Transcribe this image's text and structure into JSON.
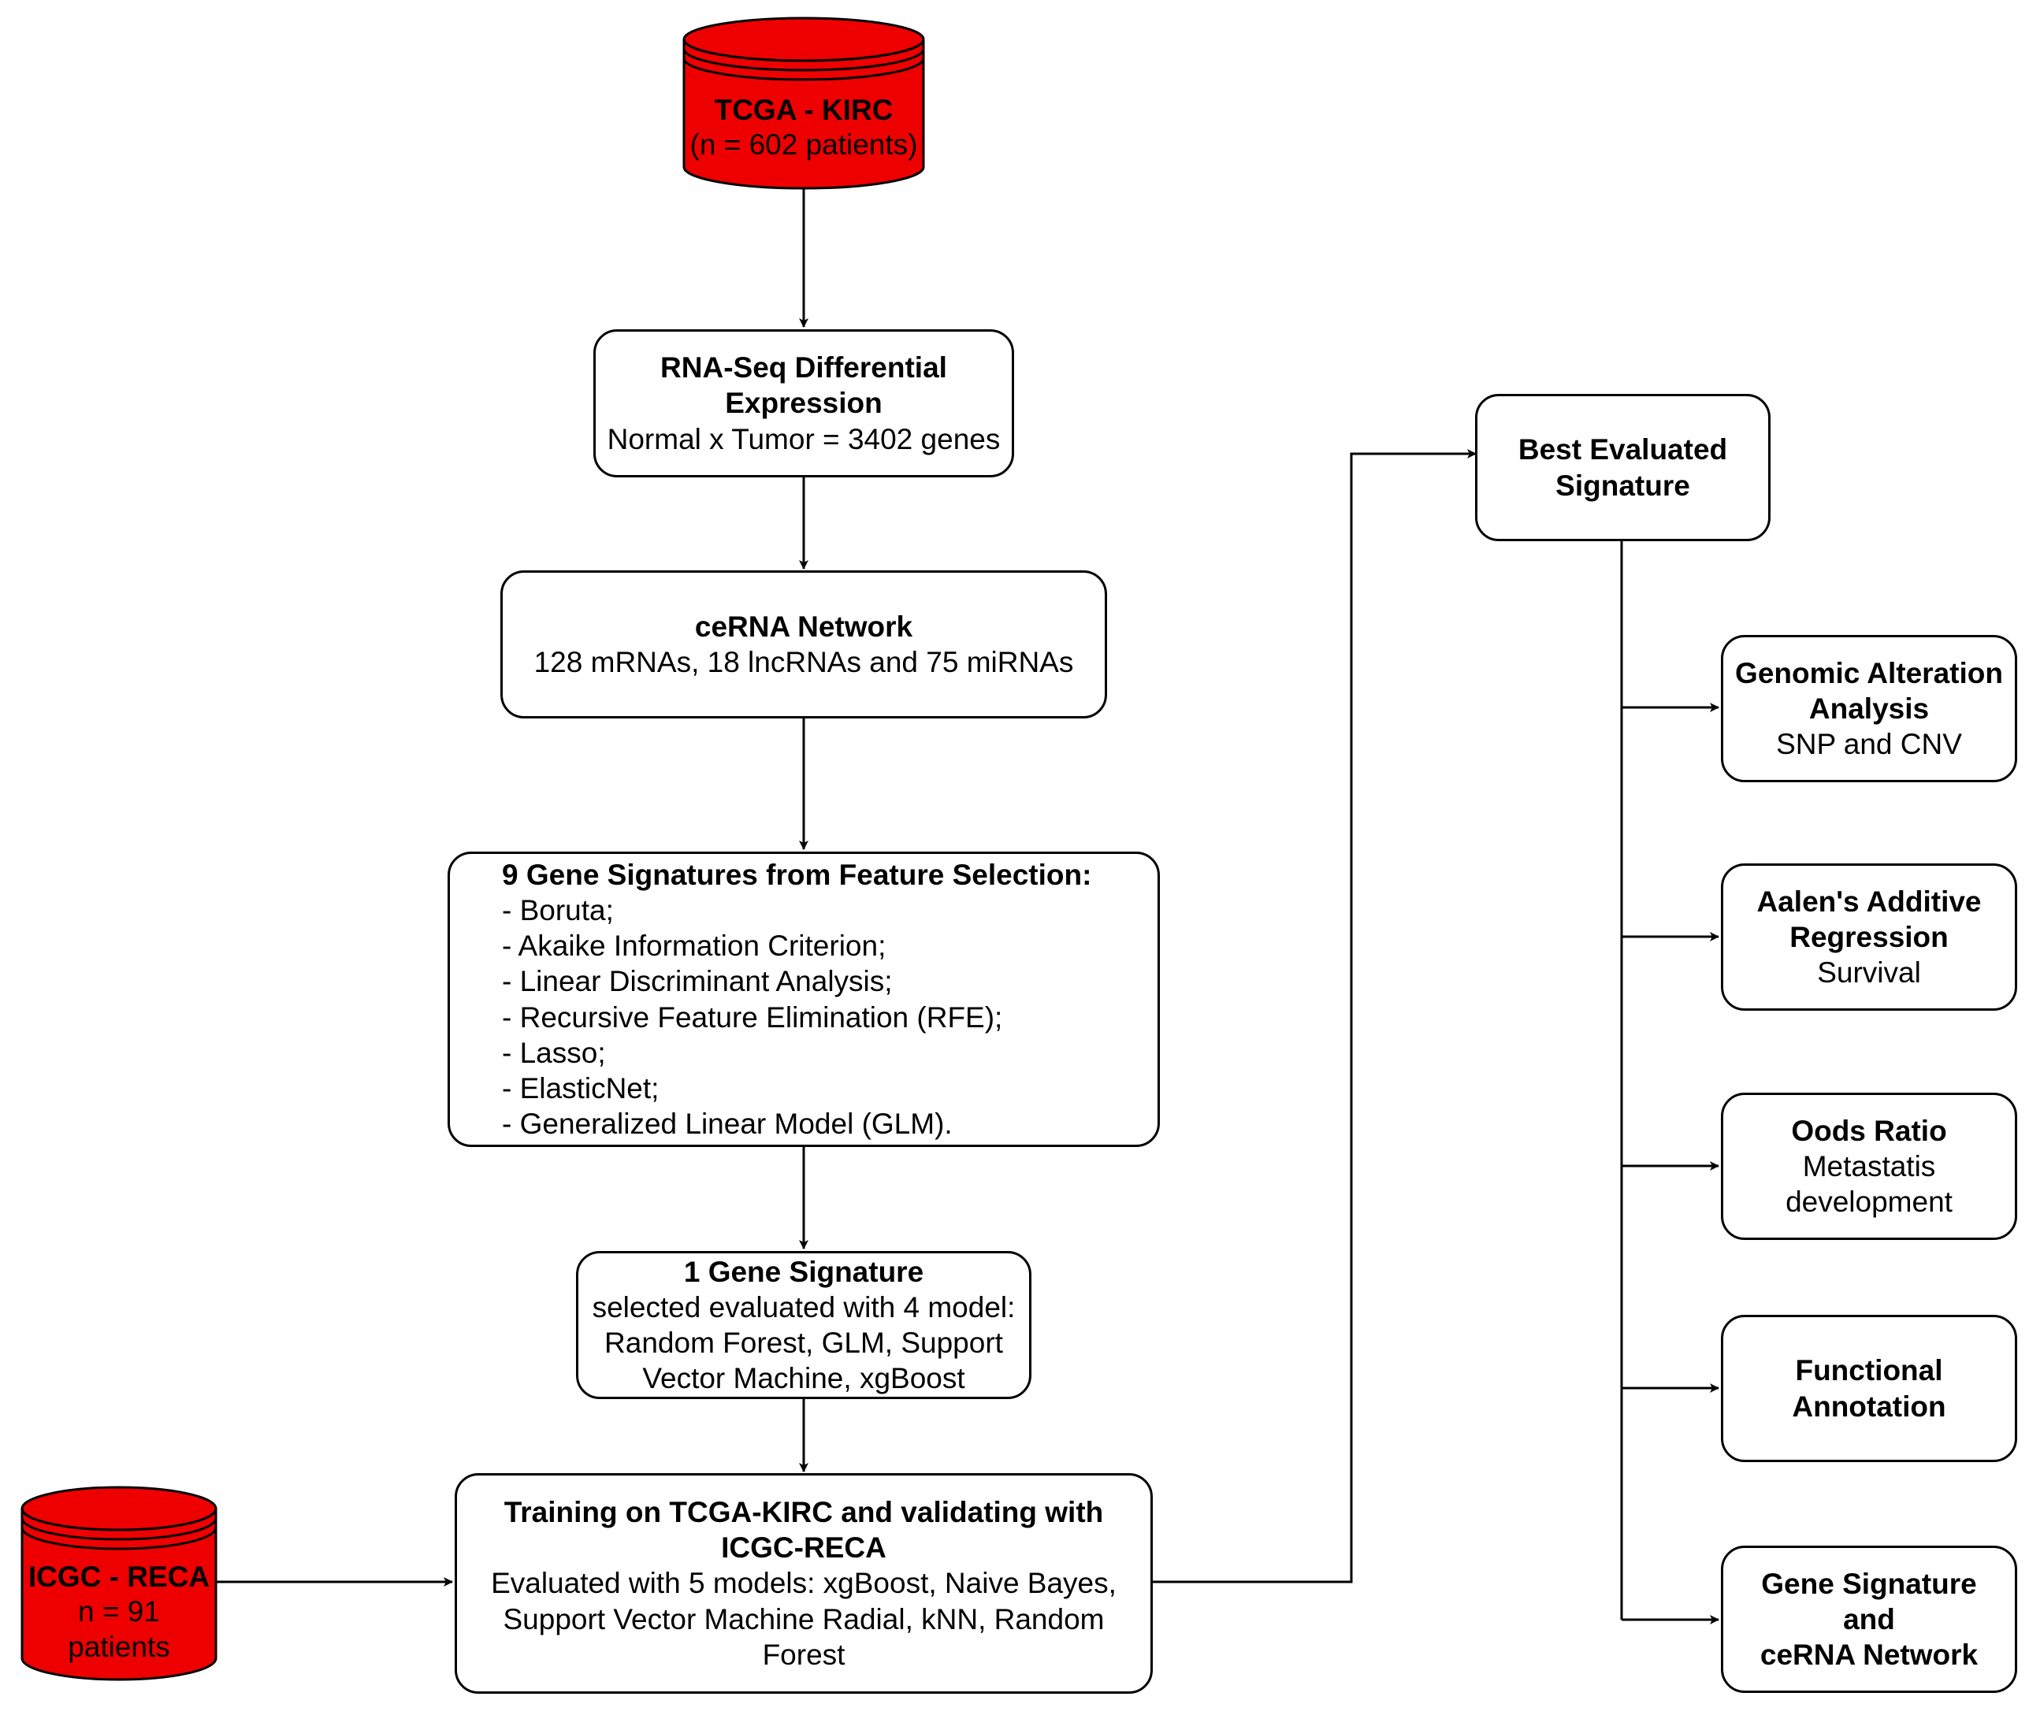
{
  "colors": {
    "db_fill": "#ee0000",
    "stroke": "#000000",
    "box_fill": "#ffffff"
  },
  "databases": {
    "tcga": {
      "title": "TCGA - KIRC",
      "sub": "(n = 602 patients)"
    },
    "icgc": {
      "title": "ICGC - RECA",
      "sub_lines": [
        "n = 91",
        "patients"
      ]
    }
  },
  "nodes": {
    "rnaseq": {
      "title_lines": [
        "RNA-Seq Differential",
        "Expression"
      ],
      "sub": "Normal x Tumor = 3402 genes"
    },
    "cerna": {
      "title": "ceRNA Network",
      "sub": "128 mRNAs, 18 lncRNAs and 75 miRNAs"
    },
    "signatures9": {
      "title": "9 Gene Signatures from Feature Selection:",
      "items": [
        "- Boruta;",
        "- Akaike Information Criterion;",
        "- Linear Discriminant Analysis;",
        "- Recursive Feature Elimination (RFE);",
        "- Lasso;",
        "- ElasticNet;",
        "- Generalized Linear Model (GLM)."
      ]
    },
    "signature1": {
      "title": "1 Gene Signature",
      "sub_lines": [
        "selected evaluated with 4 model:",
        "Random Forest, GLM, Support",
        "Vector Machine, xgBoost"
      ]
    },
    "training": {
      "title_lines": [
        "Training on  TCGA-KIRC and validating with",
        "ICGC-RECA"
      ],
      "sub_lines": [
        "Evaluated with 5 models: xgBoost, Naive Bayes,",
        "Support Vector Machine Radial, kNN, Random",
        "Forest"
      ]
    },
    "best": {
      "title_lines": [
        "Best Evaluated",
        "Signature"
      ]
    },
    "genomic": {
      "title_lines": [
        "Genomic Alteration",
        "Analysis"
      ],
      "sub": "SNP and CNV"
    },
    "aalen": {
      "title_lines": [
        "Aalen's Additive",
        "Regression"
      ],
      "sub": "Survival"
    },
    "odds": {
      "title": "Oods Ratio",
      "sub_lines": [
        "Metastatis",
        "development"
      ]
    },
    "functional": {
      "title_lines": [
        "Functional",
        "Annotation"
      ]
    },
    "genesig": {
      "title_lines": [
        "Gene Signature and",
        "ceRNA Network"
      ]
    }
  }
}
